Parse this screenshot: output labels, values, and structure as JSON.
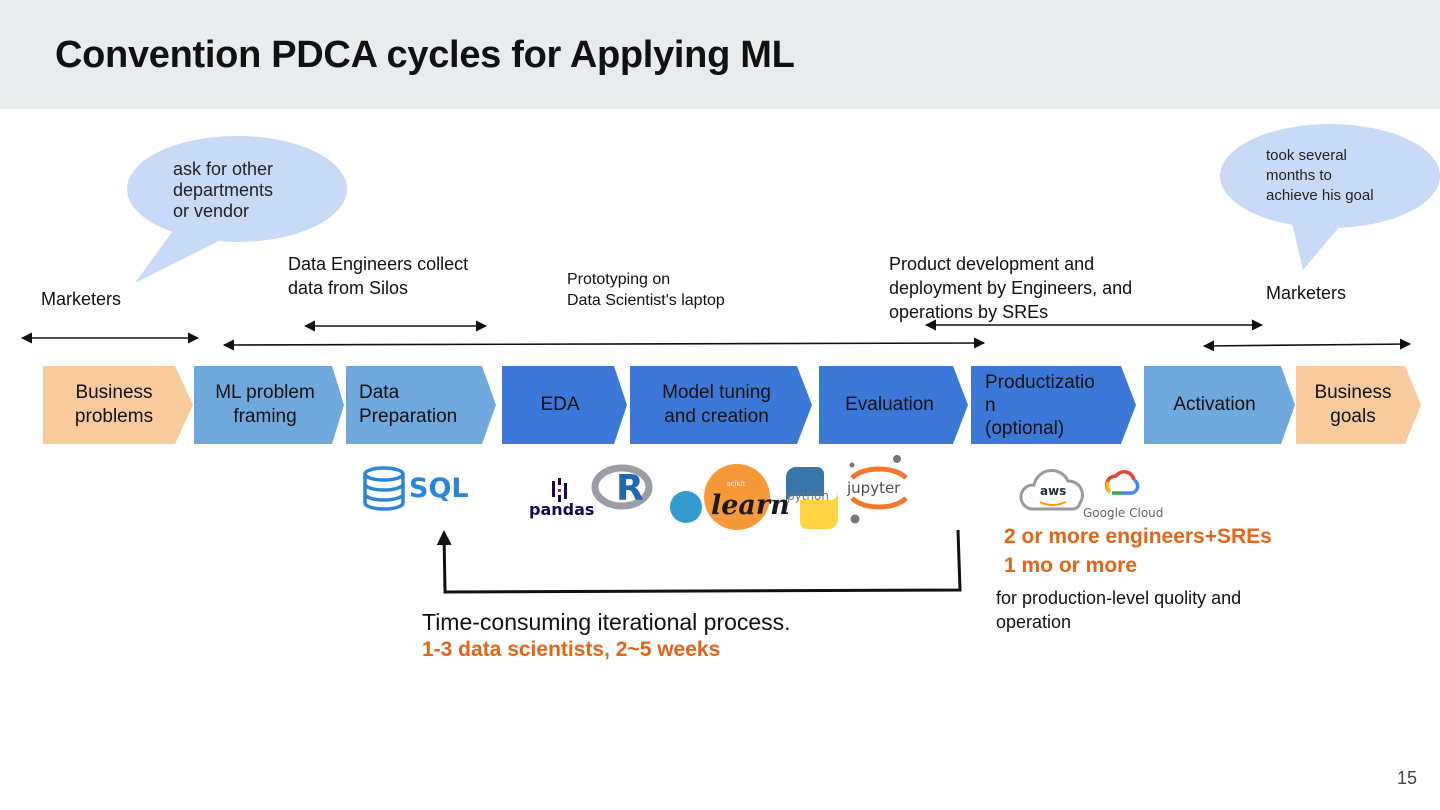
{
  "slide": {
    "title": "Convention PDCA cycles for Applying ML",
    "page_number": "15"
  },
  "bubbles": {
    "left": [
      "ask for other",
      "departments",
      "or vendor"
    ],
    "right": [
      "took several",
      "months to",
      "achieve his goal"
    ]
  },
  "roles": {
    "marketers_left": "Marketers",
    "data_engineers": [
      "Data Engineers collect",
      "data from Silos"
    ],
    "prototyping": [
      "Prototyping on",
      "Data Scientist's laptop"
    ],
    "product_dev": [
      "Product development and",
      "deployment by Engineers, and",
      "operations by SREs"
    ],
    "marketers_right": "Marketers"
  },
  "steps": [
    {
      "lines": [
        "Business",
        "problems"
      ],
      "color": "#f9cb9c"
    },
    {
      "lines": [
        "ML problem",
        "framing"
      ],
      "color": "#6fa8dc"
    },
    {
      "lines": [
        "Data",
        "Preparation"
      ],
      "color": "#6fa8dc"
    },
    {
      "lines": [
        "EDA"
      ],
      "color": "#3c78d8"
    },
    {
      "lines": [
        "Model tuning",
        "and creation"
      ],
      "color": "#3c78d8"
    },
    {
      "lines": [
        "Evaluation"
      ],
      "color": "#3c78d8"
    },
    {
      "lines": [
        "Productizatio",
        "n",
        "(optional)"
      ],
      "color": "#3c78d8"
    },
    {
      "lines": [
        "Activation"
      ],
      "color": "#6fa8dc"
    },
    {
      "lines": [
        "Business",
        "goals"
      ],
      "color": "#f9cb9c"
    }
  ],
  "logos": {
    "sql": "SQL",
    "pandas": "pandas",
    "r": "R",
    "sklearn_small": "scikit",
    "sklearn": "learn",
    "python": "python",
    "jupyter": "jupyter",
    "aws": "aws",
    "google_cloud": "Google Cloud"
  },
  "iteration": {
    "text": "Time-consuming iterational process.",
    "effort": "1-3 data scientists, 2~5 weeks"
  },
  "production": {
    "people": "2 or more engineers+SREs",
    "duration": "1 mo or more",
    "note": [
      "for production-level quolity and",
      "operation"
    ]
  },
  "colors": {
    "header_bg": "#e8ecec",
    "bubble": "#c9daf8",
    "orange_text": "#e36414",
    "peach": "#f9cb9c",
    "light_blue": "#6fa8dc",
    "dark_blue": "#3c78d8"
  }
}
